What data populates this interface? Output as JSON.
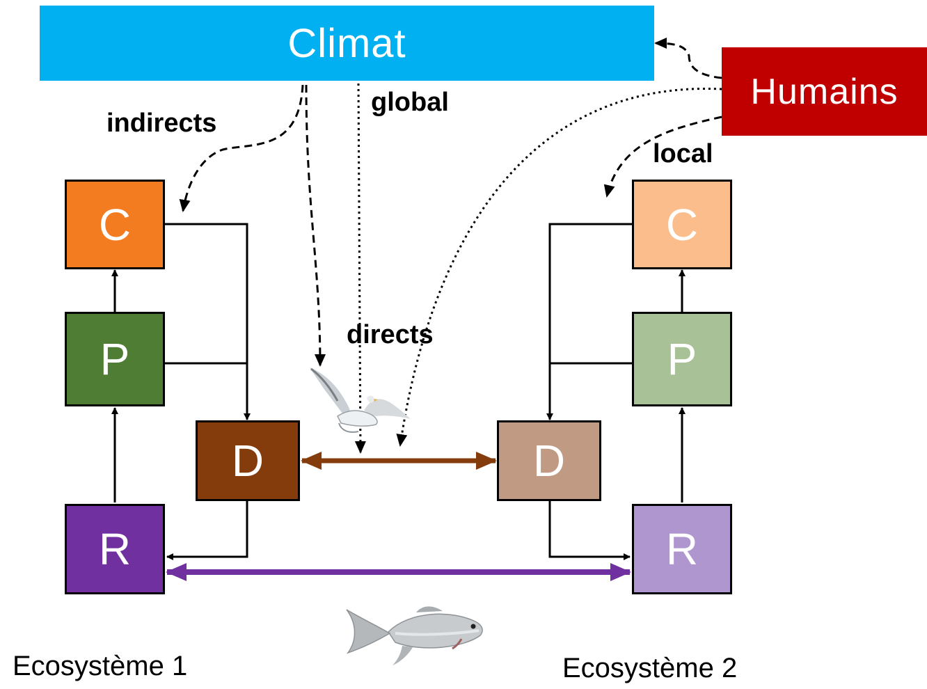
{
  "climate": {
    "label": "Climat",
    "color": "#00b0f0"
  },
  "humans": {
    "label": "Humains",
    "color": "#c00000"
  },
  "edge_labels": {
    "indirect": "indirects",
    "global": "global",
    "local": "local",
    "direct": "directs"
  },
  "ecosystem1": {
    "title": "Ecosystème 1",
    "nodes": {
      "consumer": {
        "label": "C",
        "color": "#f47c20"
      },
      "producer": {
        "label": "P",
        "color": "#4f7d34"
      },
      "detritus": {
        "label": "D",
        "color": "#843c0c"
      },
      "resource": {
        "label": "R",
        "color": "#7030a0"
      }
    }
  },
  "ecosystem2": {
    "title": "Ecosystème 2",
    "nodes": {
      "consumer": {
        "label": "C",
        "color": "#fbbd8b"
      },
      "producer": {
        "label": "P",
        "color": "#a9c196"
      },
      "detritus": {
        "label": "D",
        "color": "#c09a83"
      },
      "resource": {
        "label": "R",
        "color": "#b096cf"
      }
    }
  },
  "flows": {
    "detritus_exchange_color": "#843c0c",
    "resource_exchange_color": "#7030a0"
  },
  "pictures": {
    "bird": "seagull",
    "fish": "bream"
  }
}
